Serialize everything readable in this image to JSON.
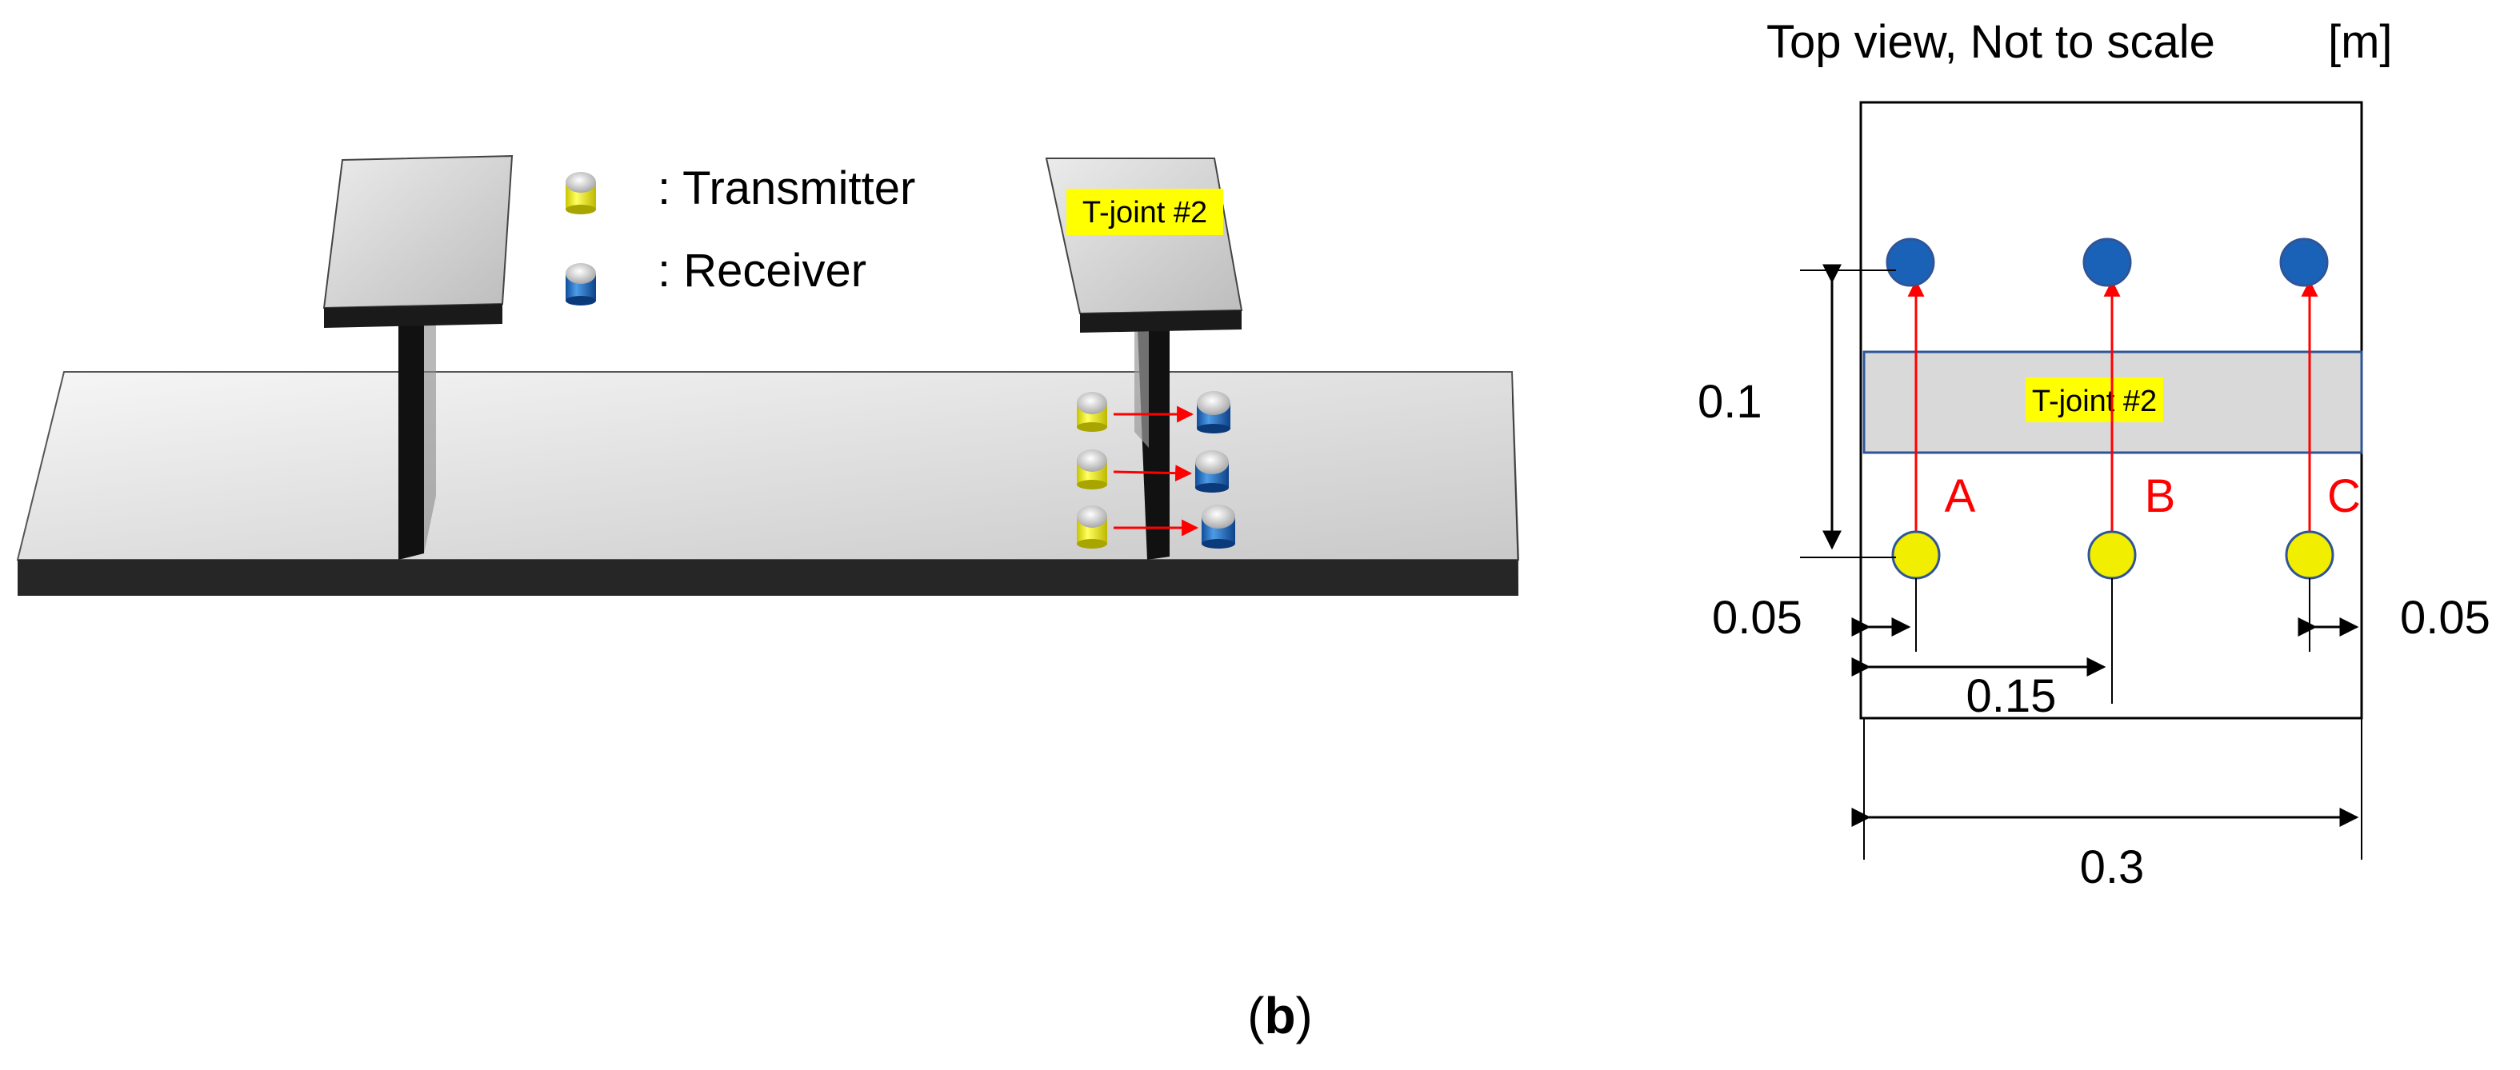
{
  "legend": {
    "transmitter": ": Transmitter",
    "receiver": ": Receiver"
  },
  "perspective": {
    "joint_label": "T-joint #2"
  },
  "top_view": {
    "title": "Top view, Not to scale",
    "unit": "[m]",
    "joint_label": "T-joint #2",
    "paths": [
      "A",
      "B",
      "C"
    ],
    "dimensions": {
      "height": "0.1",
      "left_offset": "0.05",
      "right_offset": "0.05",
      "spacing": "0.15",
      "width": "0.3"
    }
  },
  "caption": {
    "open": "(",
    "letter": "b",
    "close": ")"
  },
  "colors": {
    "transmitter": "#f2ee00",
    "receiver": "#1a62b8",
    "path": "#ff0000",
    "joint_fill": "#d9d9d9",
    "joint_border": "#2f5597",
    "label_highlight": "#ffff00"
  }
}
